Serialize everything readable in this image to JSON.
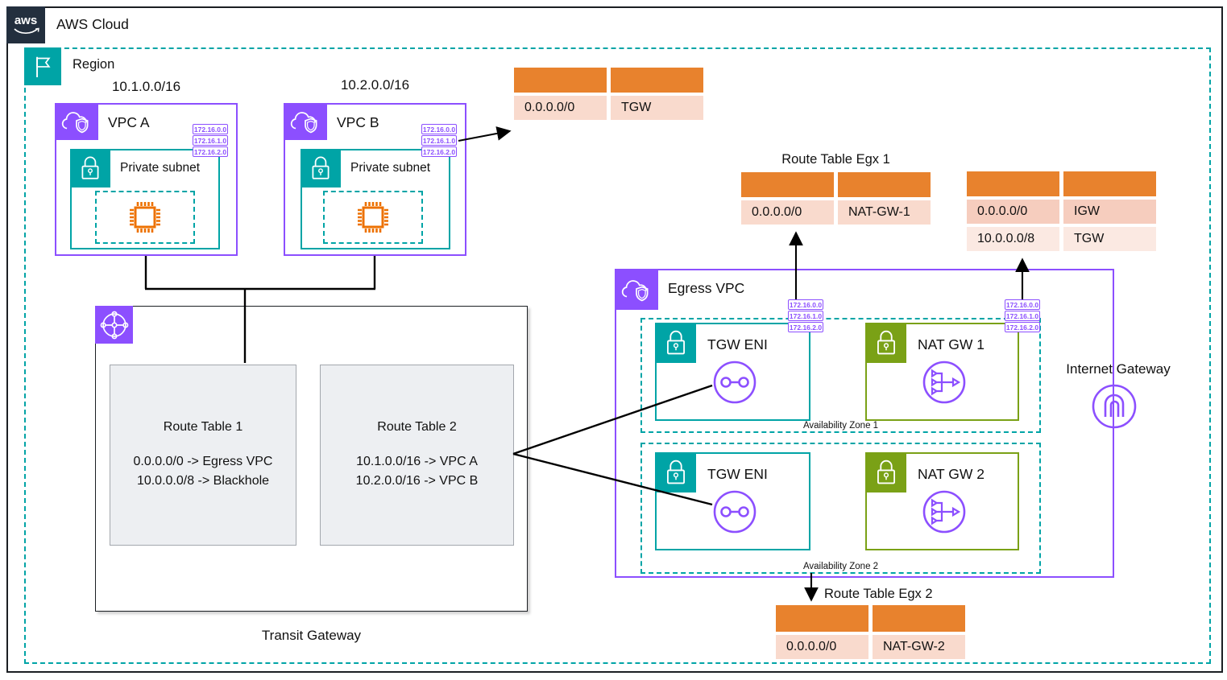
{
  "aws_cloud": {
    "logo": "aws",
    "label": "AWS Cloud"
  },
  "region": {
    "label": "Region"
  },
  "vpc_a": {
    "cidr": "10.1.0.0/16",
    "name": "VPC A",
    "subnet": "Private subnet",
    "ips": [
      "172.16.0.0",
      "172.16.1.0",
      "172.16.2.0"
    ]
  },
  "vpc_b": {
    "cidr": "10.2.0.0/16",
    "name": "VPC B",
    "subnet": "Private subnet",
    "ips": [
      "172.16.0.0",
      "172.16.1.0",
      "172.16.2.0"
    ]
  },
  "transit_gateway": {
    "label": "Transit Gateway",
    "rt1": {
      "title": "Route Table 1",
      "routes": [
        "0.0.0.0/0 -> Egress VPC",
        "10.0.0.0/8 -> Blackhole"
      ]
    },
    "rt2": {
      "title": "Route Table 2",
      "routes": [
        "10.1.0.0/16 -> VPC A",
        "10.2.0.0/16 -> VPC B"
      ]
    }
  },
  "egress_vpc": {
    "label": "Egress VPC",
    "ips_left": [
      "172.16.0.0",
      "172.16.1.0",
      "172.16.2.0"
    ],
    "ips_right": [
      "172.16.0.0",
      "172.16.1.0",
      "172.16.2.0"
    ],
    "az1": {
      "label": "Availability Zone 1",
      "tgw_eni": "TGW ENI",
      "nat_gw": "NAT GW 1"
    },
    "az2": {
      "label": "Availability Zone 2",
      "tgw_eni": "TGW ENI",
      "nat_gw": "NAT GW 2"
    },
    "internet_gateway": "Internet Gateway"
  },
  "route_tables": {
    "vpc_rt": {
      "rows": [
        [
          "0.0.0.0/0",
          "TGW"
        ]
      ]
    },
    "egx1": {
      "title": "Route Table Egx 1",
      "rows": [
        [
          "0.0.0.0/0",
          "NAT-GW-1"
        ]
      ]
    },
    "public_rt": {
      "rows": [
        [
          "0.0.0.0/0",
          "IGW"
        ],
        [
          "10.0.0.0/8",
          "TGW"
        ]
      ]
    },
    "egx2": {
      "title": "Route Table Egx 2",
      "rows": [
        [
          "0.0.0.0/0",
          "NAT-GW-2"
        ]
      ]
    }
  },
  "colors": {
    "purple": "#8C4FFF",
    "teal": "#00A4A6",
    "green": "#7AA116",
    "orange": "#ED7100",
    "navy": "#232F3E",
    "table_header": "#E8822D",
    "row_pink": "#F9DACD",
    "row_pink_light": "#FBE9E2"
  }
}
